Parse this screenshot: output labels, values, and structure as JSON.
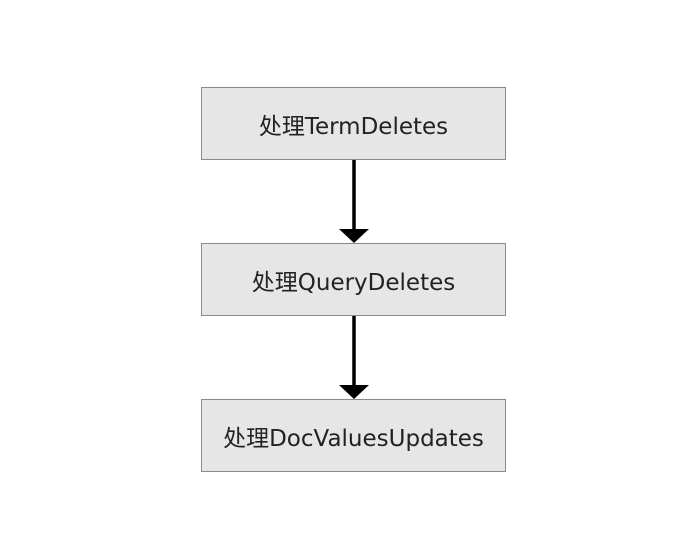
{
  "flowchart": {
    "steps": [
      {
        "label": "处理TermDeletes"
      },
      {
        "label": "处理QueryDeletes"
      },
      {
        "label": "处理DocValuesUpdates"
      }
    ]
  },
  "colors": {
    "box_fill": "#e6e6e6",
    "box_border": "#8a8a8a",
    "arrow": "#000000",
    "text": "#222222"
  }
}
